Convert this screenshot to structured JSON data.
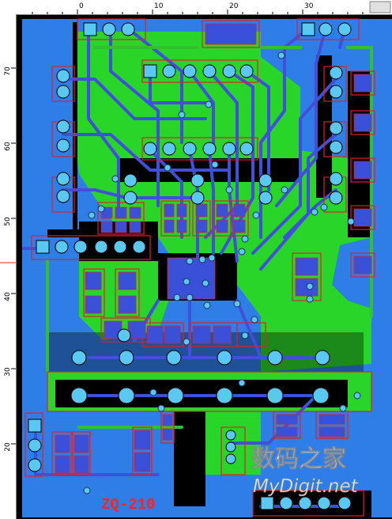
{
  "ruler": {
    "unit": "mm",
    "x_ticks": [
      "0",
      "10",
      "20",
      "30"
    ],
    "y_ticks": [
      "70",
      "60",
      "50",
      "40",
      "30",
      "20"
    ]
  },
  "board": {
    "silkscreen_label": "ZQ-210",
    "watermark_cn": "数码之家",
    "watermark_en": "MyDigit.net"
  },
  "colors": {
    "board_bg": "#2f7de6",
    "copper_bottom": "#2ad52a",
    "copper_top": "#3f55d9",
    "outline": "#e0202a",
    "pad": "#5ac8f0",
    "hole": "#1a3060",
    "silkscreen": "#ff2020"
  }
}
